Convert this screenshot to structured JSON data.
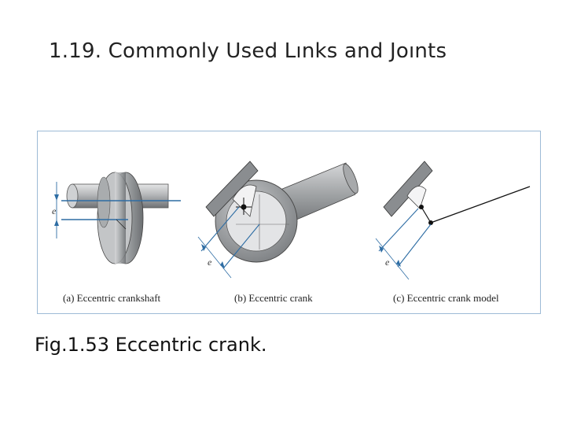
{
  "slide": {
    "title": "1.19. Commonly Used Lınks and Joınts"
  },
  "figure": {
    "caption": "Fig.1.53 Eccentric crank.",
    "panels": [
      {
        "label": "(a) Eccentric crankshaft",
        "dimension": "e"
      },
      {
        "label": "(b) Eccentric crank",
        "dimension": "e"
      },
      {
        "label": "(c) Eccentric crank model",
        "dimension": "e"
      }
    ]
  },
  "colors": {
    "frame_border": "#9dbbd6",
    "dimension_line": "#2e6da4",
    "metal_dark": "#7a7d80",
    "metal_light": "#c9cbcd"
  }
}
